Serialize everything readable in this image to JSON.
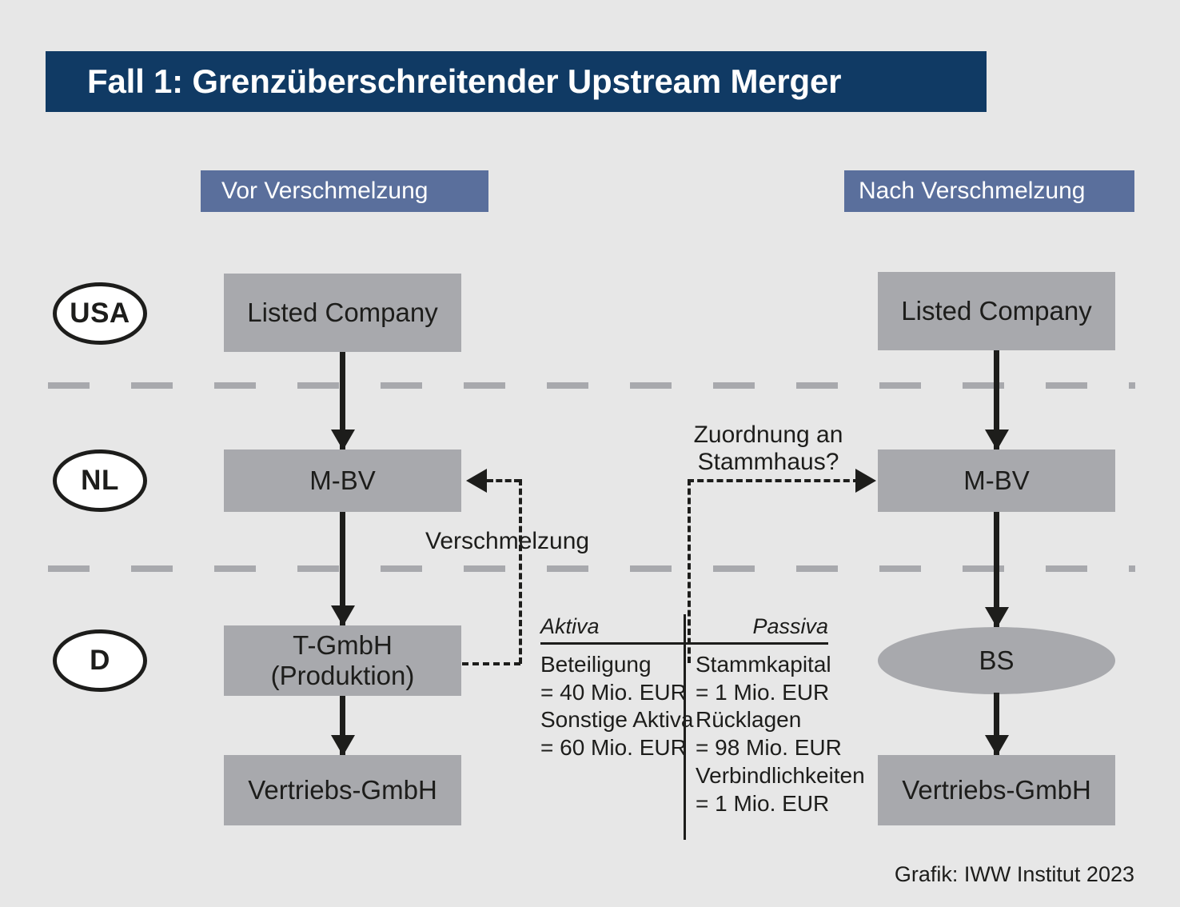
{
  "header": {
    "title": "Fall 1: Grenzüberschreitender Upstream Merger",
    "bar_color": "#103a64",
    "text_color": "#ffffff"
  },
  "columns": {
    "before_label": "Vor Verschmelzung",
    "after_label": "Nach Verschmelzung",
    "chip_color": "#5a6f9c"
  },
  "jurisdictions": [
    {
      "code": "USA"
    },
    {
      "code": "NL"
    },
    {
      "code": "D"
    }
  ],
  "before": {
    "listed_company": "Listed Company",
    "m_bv": "M-BV",
    "t_gmbh": "T-GmbH\n(Produktion)",
    "vertriebs_gmbh": "Vertriebs-GmbH"
  },
  "after": {
    "listed_company": "Listed Company",
    "m_bv": "M-BV",
    "bs": "BS",
    "vertriebs_gmbh": "Vertriebs-GmbH"
  },
  "annotations": {
    "verschmelzung": "Verschmelzung",
    "zuordnung": "Zuordnung an\nStammhaus?"
  },
  "balance_sheet": {
    "assets_header": "Aktiva",
    "liabilities_header": "Passiva",
    "assets": [
      "Beteiligung",
      "= 40 Mio. EUR",
      "Sonstige Aktiva",
      "= 60 Mio. EUR"
    ],
    "liabilities": [
      "Stammkapital",
      "= 1 Mio. EUR",
      "Rücklagen",
      "= 98 Mio. EUR",
      "Verbindlichkeiten",
      "= 1 Mio. EUR"
    ]
  },
  "footer": {
    "credit": "Grafik: IWW Institut 2023"
  },
  "colors": {
    "background": "#e7e7e7",
    "box_fill": "#a8a9ad",
    "line": "#1d1d1b",
    "navy": "#103a64",
    "slate": "#5a6f9c"
  }
}
